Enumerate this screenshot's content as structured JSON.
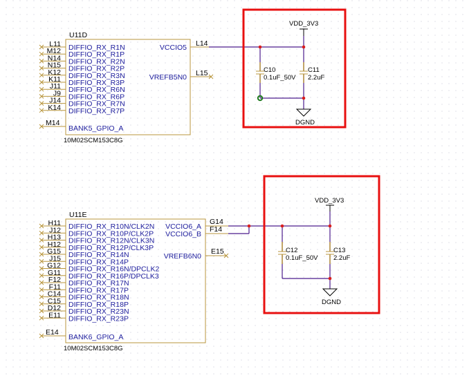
{
  "parts": [
    {
      "refdes": "U11D",
      "part_number": "10M02SCM153C8G",
      "left_pins": [
        {
          "num": "L11",
          "name": "DIFFIO_RX_R1N"
        },
        {
          "num": "M12",
          "name": "DIFFIO_RX_R1P"
        },
        {
          "num": "N14",
          "name": "DIFFIO_RX_R2N"
        },
        {
          "num": "N15",
          "name": "DIFFIO_RX_R2P"
        },
        {
          "num": "K12",
          "name": "DIFFIO_RX_R3N"
        },
        {
          "num": "K11",
          "name": "DIFFIO_RX_R3P"
        },
        {
          "num": "J11",
          "name": "DIFFIO_RX_R6N"
        },
        {
          "num": "J9",
          "name": "DIFFIO_RX_R6P"
        },
        {
          "num": "J14",
          "name": "DIFFIO_RX_R7N"
        },
        {
          "num": "K14",
          "name": "DIFFIO_RX_R7P"
        }
      ],
      "gpio_pin": {
        "num": "M14",
        "name": "BANK5_GPIO_A"
      },
      "right_pins": [
        {
          "num": "L14",
          "name": "VCCIO5"
        },
        {
          "num": "L15",
          "name": "VREFB5N0"
        }
      ]
    },
    {
      "refdes": "U11E",
      "part_number": "10M02SCM153C8G",
      "left_pins": [
        {
          "num": "H11",
          "name": "DIFFIO_RX_R10N/CLK2N"
        },
        {
          "num": "J12",
          "name": "DIFFIO_RX_R10P/CLK2P"
        },
        {
          "num": "H13",
          "name": "DIFFIO_RX_R12N/CLK3N"
        },
        {
          "num": "H12",
          "name": "DIFFIO_RX_R12P/CLK3P"
        },
        {
          "num": "G15",
          "name": "DIFFIO_RX_R14N"
        },
        {
          "num": "J15",
          "name": "DIFFIO_RX_R14P"
        },
        {
          "num": "G12",
          "name": "DIFFIO_RX_R16N/DPCLK2"
        },
        {
          "num": "G11",
          "name": "DIFFIO_RX_R16P/DPCLK3"
        },
        {
          "num": "F12",
          "name": "DIFFIO_RX_R17N"
        },
        {
          "num": "F11",
          "name": "DIFFIO_RX_R17P"
        },
        {
          "num": "C14",
          "name": "DIFFIO_RX_R18N"
        },
        {
          "num": "C15",
          "name": "DIFFIO_RX_R18P"
        },
        {
          "num": "D12",
          "name": "DIFFIO_RX_R23N"
        },
        {
          "num": "E11",
          "name": "DIFFIO_RX_R23P"
        }
      ],
      "gpio_pin": {
        "num": "E14",
        "name": "BANK6_GPIO_A"
      },
      "right_pins": [
        {
          "num": "G14",
          "name": "VCCIO6_A"
        },
        {
          "num": "F14",
          "name": "VCCIO6_B"
        },
        {
          "num": "E15",
          "name": "VREFB6N0"
        }
      ]
    }
  ],
  "decoupling": [
    {
      "power_net": "VDD_3V3",
      "ground_net": "DGND",
      "caps": [
        {
          "refdes": "C10",
          "value": "0.1uF_50V"
        },
        {
          "refdes": "C11",
          "value": "2.2uF"
        }
      ]
    },
    {
      "power_net": "VDD_3V3",
      "ground_net": "DGND",
      "caps": [
        {
          "refdes": "C12",
          "value": "0.1uF_50V"
        },
        {
          "refdes": "C13",
          "value": "2.2uF"
        }
      ]
    }
  ],
  "colors": {
    "part_body": "#b8953c",
    "pin_name": "#1c1c9c",
    "wire": "#4b1b8c",
    "junction": "#d81e1e",
    "highlight_box": "#e81010",
    "cursor_marker": "#1e7a1e"
  }
}
